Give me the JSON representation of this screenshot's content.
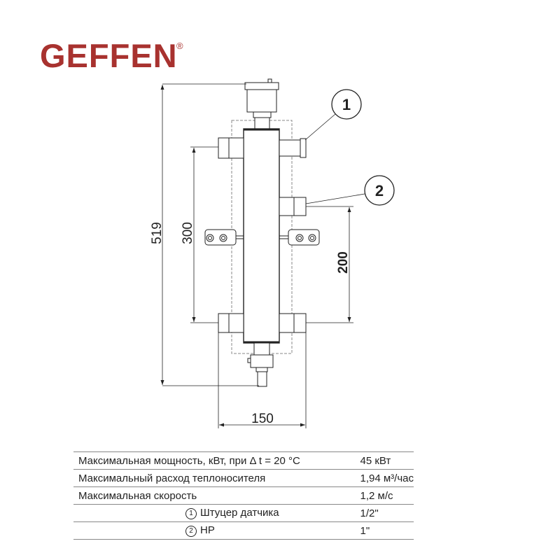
{
  "brand": {
    "name": "GEFFEN",
    "registered_mark": "®",
    "color": "#a8322f"
  },
  "drawing": {
    "dimensions": {
      "overall_height": "519",
      "left_connections_spacing": "300",
      "right_connections_spacing": "200",
      "width": "150"
    },
    "callouts": [
      "1",
      "2"
    ]
  },
  "spec_table": {
    "rows": [
      {
        "label": "Максимальная мощность, кВт, при Δ t = 20 °C",
        "value": "45 кВт"
      },
      {
        "label": "Максимальный расход теплоносителя",
        "value": "1,94 м³/час"
      },
      {
        "label": "Максимальная скорость",
        "value": "1,2 м/с"
      },
      {
        "num": "1",
        "label": "Штуцер датчика",
        "value": "1/2\""
      },
      {
        "num": "2",
        "label": "HP",
        "value": "1\""
      }
    ]
  }
}
